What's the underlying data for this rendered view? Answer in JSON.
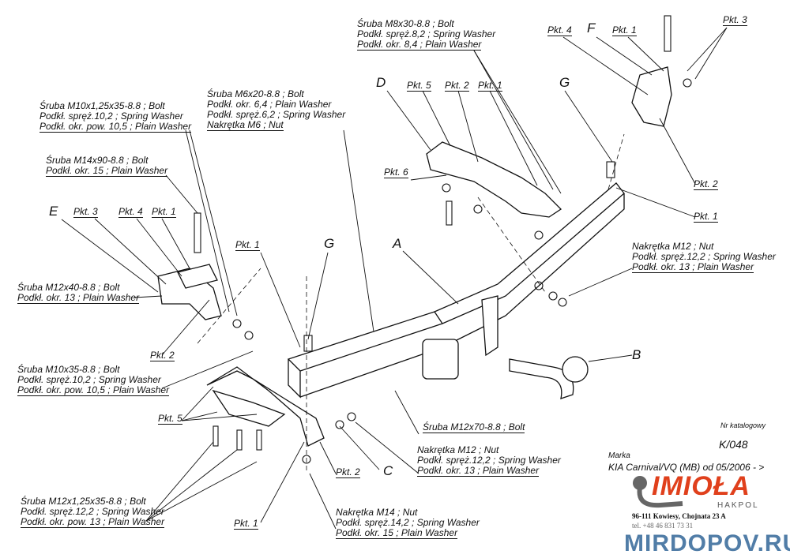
{
  "labels": {
    "m8": [
      "Śruba M8x30-8.8 ;  Bolt",
      "Podkł. spręż.8,2 ; Spring Washer",
      "Podkł. okr. 8,4 ; Plain Washer"
    ],
    "m6": [
      "Śruba M6x20-8.8 ;  Bolt",
      "Podkł. okr. 6,4 ; Plain Washer",
      "Podkł. spręż.6,2 ; Spring Washer",
      "Nakrętka  M6 ; Nut"
    ],
    "m10x125": [
      "Śruba M10x1,25x35-8.8 ;  Bolt",
      "Podkł. spręż.10,2 ; Spring Washer",
      "Podkł. okr. pow. 10,5 ; Plain Washer"
    ],
    "m14x90": [
      "Śruba M14x90-8.8 ;  Bolt",
      "Podkł. okr. 15 ; Plain Washer"
    ],
    "m12x40": [
      "Śruba M12x40-8.8 ;  Bolt",
      "Podkł. okr. 13 ; Plain Washer"
    ],
    "m10x35": [
      "Śruba M10x35-8.8 ;  Bolt",
      "Podkł. spręż.10,2 ; Spring Washer",
      "Podkł. okr. pow. 10,5 ; Plain Washer"
    ],
    "m12x125": [
      "Śruba M12x1,25x35-8.8 ;  Bolt",
      "Podkł. spręż.12,2 ; Spring Washer",
      "Podkł. okr. pow. 13 ; Plain Washer"
    ],
    "nut12_right": [
      "Nakrętka  M12 ; Nut",
      "Podkł. spręż.12,2 ; Spring Washer",
      "Podkł. okr. 13 ; Plain Washer"
    ],
    "m12x70": [
      "Śruba M12x70-8.8 ;  Bolt"
    ],
    "nut12_bottom": [
      "Nakrętka  M12 ; Nut",
      "Podkł. spręż.12,2 ; Spring Washer",
      "Podkł. okr. 13 ; Plain Washer"
    ],
    "nut14": [
      "Nakrętka  M14 ; Nut",
      "Podkł. spręż.14,2 ; Spring Washer",
      "Podkł. okr. 15 ; Plain Washer"
    ]
  },
  "points": {
    "pkt1": "Pkt. 1",
    "pkt2": "Pkt. 2",
    "pkt3": "Pkt. 3",
    "pkt4": "Pkt. 4",
    "pkt5": "Pkt. 5",
    "pkt6": "Pkt. 6"
  },
  "letters": {
    "A": "A",
    "B": "B",
    "C": "C",
    "D": "D",
    "E": "E",
    "F": "F",
    "G": "G"
  },
  "catalog": {
    "nr_label": "Nr katalogowy",
    "nr": "K/048",
    "marka_label": "Marka",
    "model": "KIA Carnival/VQ (MB)   od 05/2006 - >"
  },
  "brand": {
    "logo": "IMIOŁA",
    "sub": "HAKPOL",
    "address": "96-111 Kowiesy, Chojnata 23 A",
    "phone": "tel. +48 46 831 73 31"
  },
  "watermark": "MIRDOPOV.RU"
}
